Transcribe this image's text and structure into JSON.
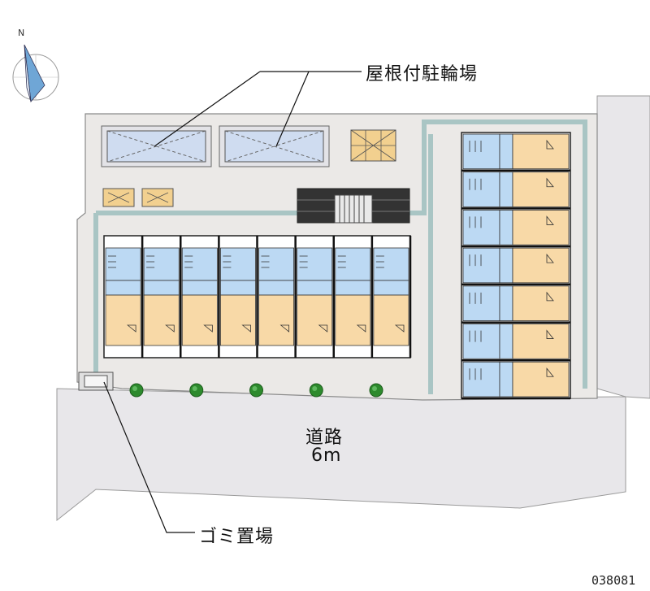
{
  "labels": {
    "bicycle_parking": "屋根付駐輪場",
    "road_name": "道路",
    "road_width": "6m",
    "garbage": "ゴミ置場",
    "north": "N",
    "code": "038081"
  },
  "colors": {
    "lot": "#ebe9e7",
    "road": "#e8e7ea",
    "wall": "#a9c5c4",
    "unit_blue": "#bcd9f3",
    "unit_orange": "#f8d9a7",
    "parking": "#cfdcf0",
    "tree": "#2d8a2d"
  },
  "left_block_units": 8,
  "right_block_units": 7,
  "trees": 5
}
